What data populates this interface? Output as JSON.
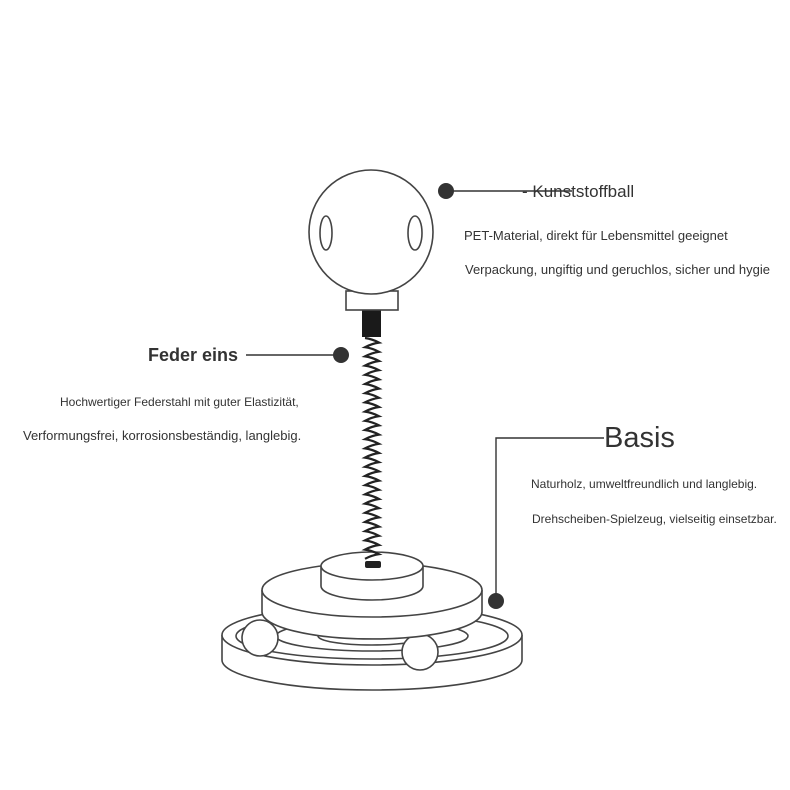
{
  "colors": {
    "stroke": "#444444",
    "dot": "#333333",
    "text": "#333333",
    "spring": "#222222",
    "fill": "#ffffff"
  },
  "ball": {
    "title": "- Kunststoffball",
    "line1": "PET-Material, direkt für Lebensmittel geeignet",
    "line2": "Verpackung, ungiftig und geruchlos, sicher und hygie"
  },
  "spring": {
    "title": "Feder eins",
    "line1": "Hochwertiger Federstahl mit guter Elastizität,",
    "line2": "Verformungsfrei, korrosionsbeständig, langlebig."
  },
  "base": {
    "title": "Basis",
    "line1": "Naturholz, umweltfreundlich und langlebig.",
    "line2": "Drehscheiben-Spielzeug, vielseitig einsetzbar."
  }
}
